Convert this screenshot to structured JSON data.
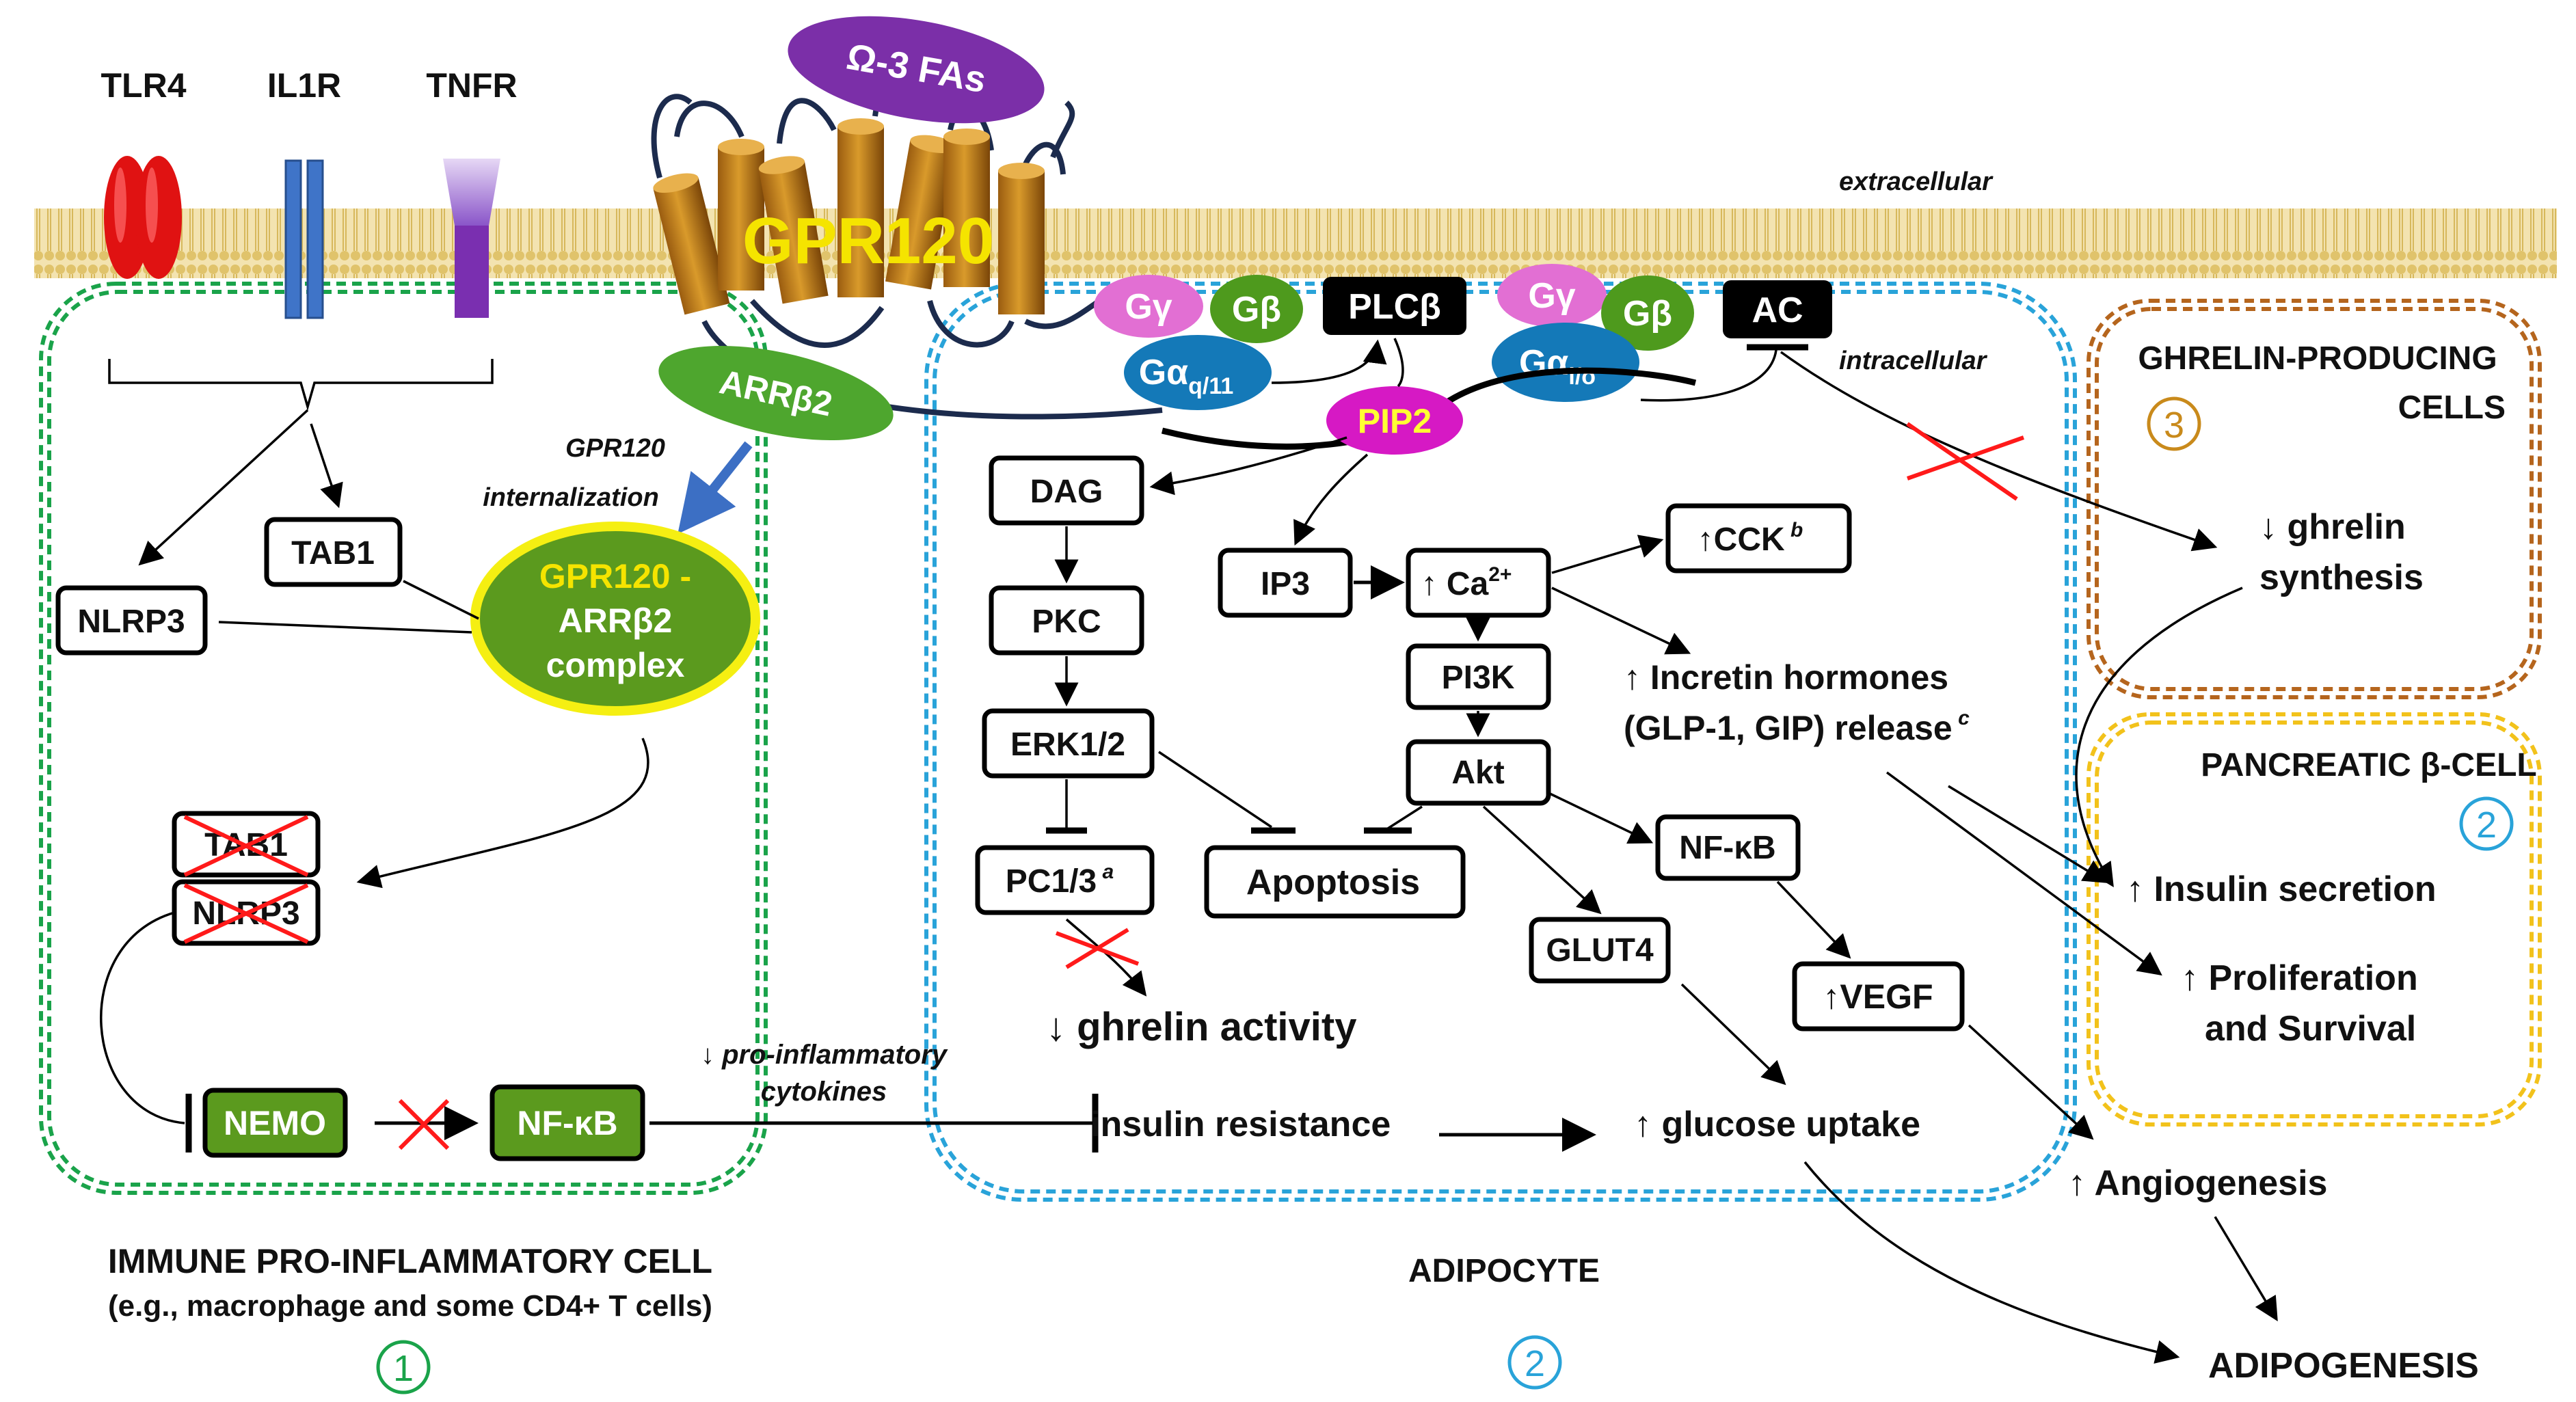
{
  "membrane": {
    "extracellular": "extracellular",
    "intracellular": "intracellular"
  },
  "receptors": {
    "tlr4": "TLR4",
    "il1r": "IL1R",
    "tnfr": "TNFR",
    "gpr120": "GPR120",
    "omega3": "Ω-3 FAs",
    "arrb2": "ARRβ2"
  },
  "gproteins": {
    "g_gamma": "Gγ",
    "g_beta": "Gβ",
    "g_alpha_q": "Gα",
    "g_alpha_q_sub": "q/11",
    "g_alpha_i": "Gα",
    "g_alpha_i_sub": "i/o",
    "plcb": "PLCβ",
    "ac": "AC",
    "pip2": "PIP2"
  },
  "immune": {
    "tab1": "TAB1",
    "nlrp3": "NLRP3",
    "internalization_1": "GPR120",
    "internalization_2": "internalization",
    "complex_1": "GPR120 -",
    "complex_2": "ARRβ2",
    "complex_3": "complex",
    "tab1_x": "TAB1",
    "nlrp3_x": "NLRP3",
    "nemo": "NEMO",
    "nfkb": "NF-κB",
    "pro_inflam_1": "↓ pro-inflammatory",
    "pro_inflam_2": "cytokines",
    "title_1": "IMMUNE PRO-INFLAMMATORY CELL",
    "title_2": "(e.g., macrophage and some CD4+ T cells)",
    "number": "1"
  },
  "adipocyte": {
    "dag": "DAG",
    "pkc": "PKC",
    "erk": "ERK1/2",
    "pc13": "PC1/3",
    "pc13_sup": "a",
    "apoptosis": "Apoptosis",
    "ghrelin_activity": "↓ ghrelin activity",
    "ip3": "IP3",
    "ca": "↑ Ca",
    "ca_sup": "2+",
    "cck": "↑CCK",
    "cck_sup": "b",
    "pi3k": "PI3K",
    "akt": "Akt",
    "incretin_1": "↑ Incretin hormones",
    "incretin_2": "(GLP-1, GIP) release",
    "incretin_sup": "c",
    "nfkb": "NF-κB",
    "glut4": "GLUT4",
    "vegf": "↑VEGF",
    "insulin_resistance": "insulin resistance",
    "glucose_uptake": "↑ glucose uptake",
    "title": "ADIPOCYTE",
    "number": "2"
  },
  "ghrelin_cells": {
    "title_1": "GHRELIN-PRODUCING",
    "title_2": "CELLS",
    "number": "3",
    "ghrelin_1": "↓ ghrelin",
    "ghrelin_2": "synthesis"
  },
  "beta_cell": {
    "title": "PANCREATIC β-CELL",
    "number": "2",
    "insulin": "↑ Insulin secretion",
    "prolif_1": "↑ Proliferation",
    "prolif_2": "and Survival"
  },
  "outcomes": {
    "angiogenesis": "↑ Angiogenesis",
    "adipogenesis": "ADIPOGENESIS"
  },
  "colors": {
    "immune_border": "#1aa34a",
    "adipocyte_border": "#29a3d9",
    "ghrelin_border": "#b5651d",
    "beta_border": "#f2c21b",
    "gpr120_text": "#f5e400",
    "omega3_fill": "#7b2fa8",
    "arrb2_fill": "#4ea62e",
    "g_gamma_fill": "#e26fd3",
    "g_beta_fill": "#4e9a1d",
    "g_alpha_fill": "#1479b8",
    "pip2_fill": "#d619c4",
    "pip2_text": "#ffff33",
    "nemo_fill": "#5b9a1e",
    "membrane": "#d8bb66",
    "inhibit_cross": "#ff1a1a"
  }
}
